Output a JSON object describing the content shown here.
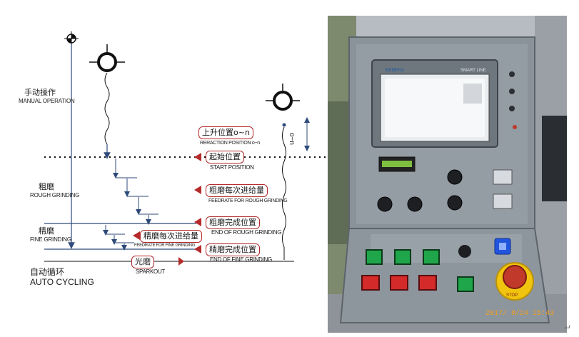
{
  "diagram": {
    "manual": {
      "zh": "手动操作",
      "en": "MANUAL OPERATION"
    },
    "rough": {
      "zh": "粗磨",
      "en": "ROUGH GRINDING"
    },
    "fine": {
      "zh": "精磨",
      "en": "FINE GRINDING"
    },
    "auto": {
      "zh": "自动循环",
      "en": "AUTO CYCLING"
    },
    "on_label": "o~n",
    "steps": [
      {
        "zh": "上升位置o~n",
        "en": "RERACTION POSITION o~n"
      },
      {
        "zh": "起始位置",
        "en": "START POSITION"
      },
      {
        "zh": "粗磨每次进给量",
        "en": "FEEDRATE FOR ROUGH GRINDING"
      },
      {
        "zh": "粗磨完成位置",
        "en": "END OF ROUGH GRINDING"
      },
      {
        "zh": "精磨每次进给量",
        "en": "FEEDRATE FOR FINE GRINDING"
      },
      {
        "zh": "精磨完成位置",
        "en": "END OF FINE GRINDING"
      },
      {
        "zh": "光磨",
        "en": "SPARKOUT"
      }
    ],
    "colors": {
      "line": "#2e4a7a",
      "arrow": "#b52a2a",
      "box_border": "#b52a2a"
    }
  },
  "photo": {
    "screen_brand": "SIEMENS",
    "screen_model": "SMART LINE",
    "stop_label": "STOP",
    "timestamp": "2017/ 8/24 15:43"
  },
  "enter_glyph": "↵"
}
